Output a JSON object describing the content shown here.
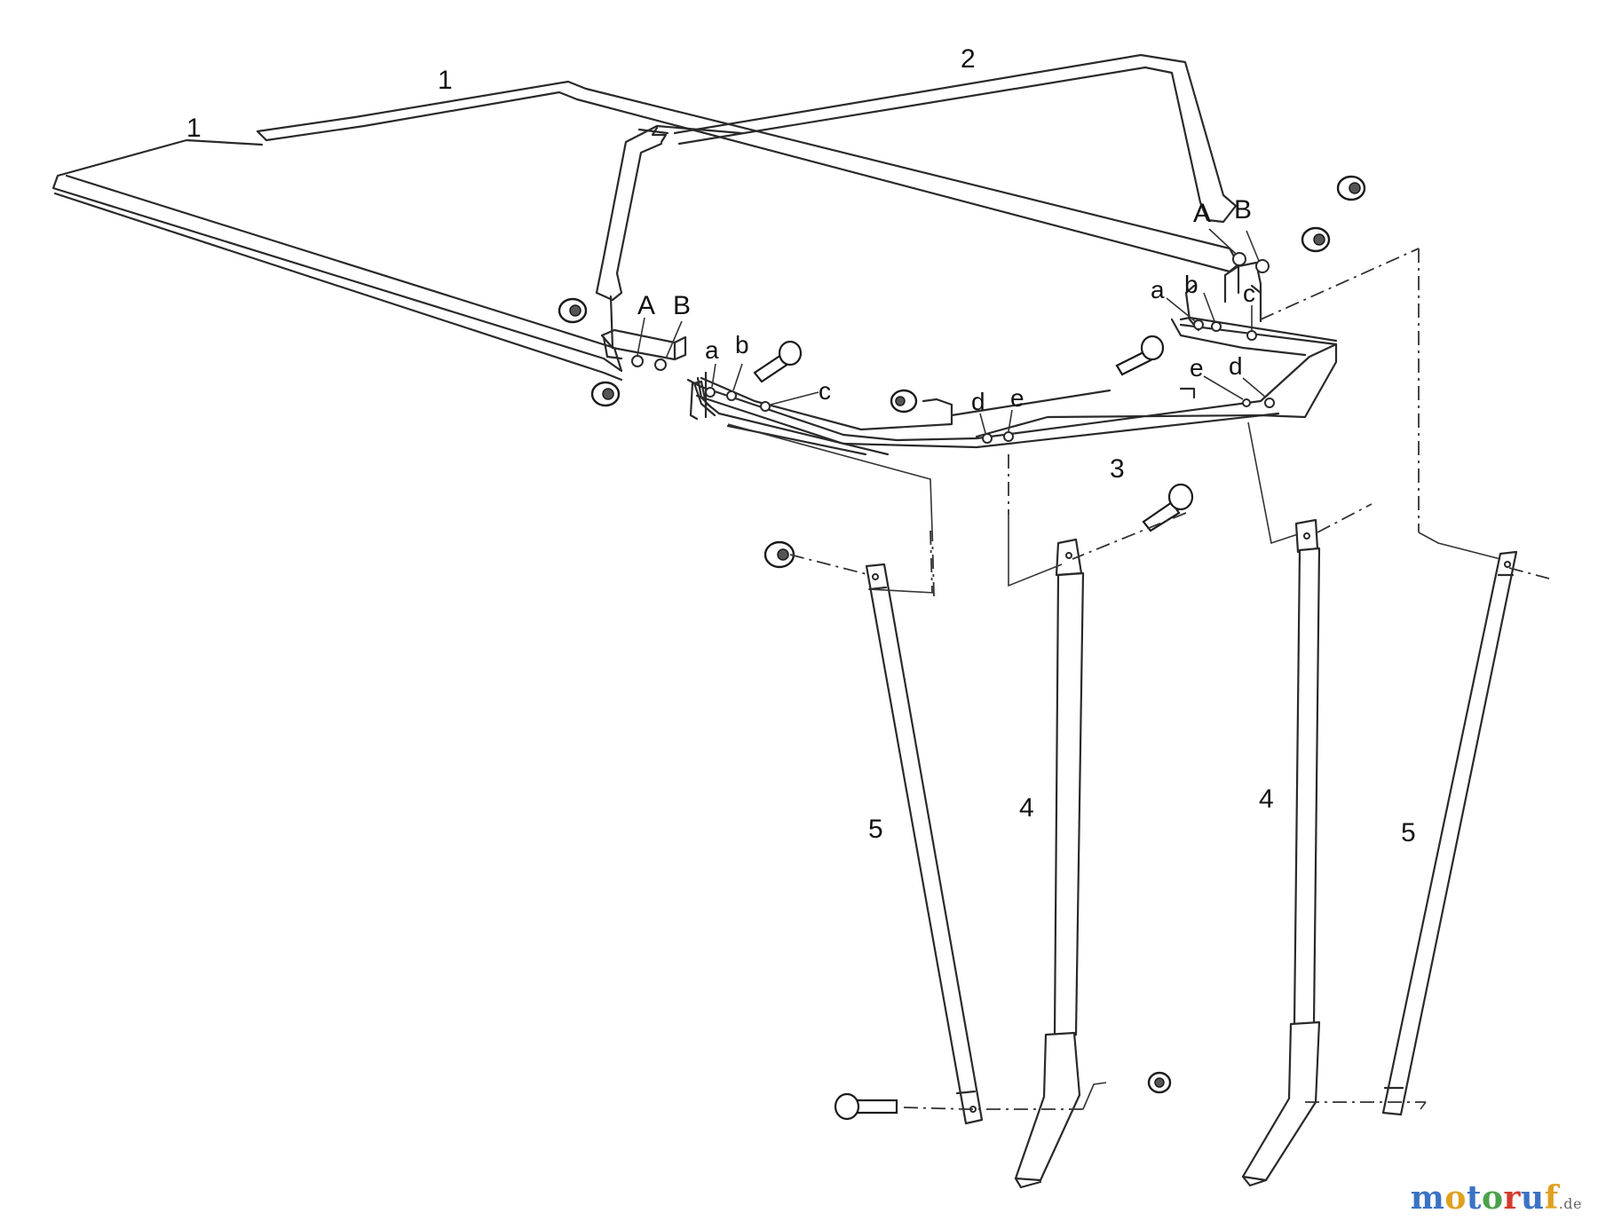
{
  "part_numbers": {
    "p1_left": "1",
    "p1_top": "1",
    "p2": "2",
    "p3": "3",
    "p4_left": "4",
    "p4_right": "4",
    "p5_left": "5",
    "p5_right": "5"
  },
  "hole_labels": {
    "left_A": "A",
    "left_B": "B",
    "right_A": "A",
    "right_B": "B",
    "left_a": "a",
    "left_b": "b",
    "left_c": "c",
    "right_a": "a",
    "right_b": "b",
    "right_c": "c",
    "mid_d": "d",
    "mid_e": "e",
    "right_e": "e",
    "right_d": "d"
  },
  "watermark": {
    "letters": [
      "m",
      "o",
      "t",
      "o",
      "r",
      "u",
      "f"
    ],
    "colors": [
      "#3b73c4",
      "#e0a020",
      "#3b73c4",
      "#4aa24a",
      "#d23c2c",
      "#3b73c4",
      "#e0a020"
    ],
    "suffix": ".de"
  }
}
